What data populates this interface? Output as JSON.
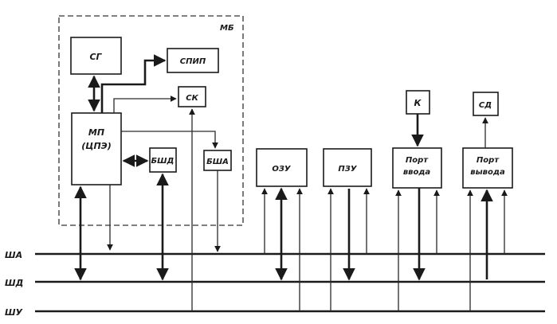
{
  "module": {
    "label": "МБ"
  },
  "blocks": {
    "sg": "СГ",
    "spip": "СПИП",
    "sk": "СК",
    "mp_line1": "МП",
    "mp_line2": "(ЦПЭ)",
    "bshd": "БШД",
    "bsha": "БША",
    "ozu": "ОЗУ",
    "pzu": "ПЗУ",
    "port_in_line1": "Порт",
    "port_in_line2": "ввода",
    "port_out_line1": "Порт",
    "port_out_line2": "вывода",
    "k": "К",
    "sd": "СД"
  },
  "buses": {
    "sha": "ША",
    "shd": "ШД",
    "shu": "ШУ"
  }
}
